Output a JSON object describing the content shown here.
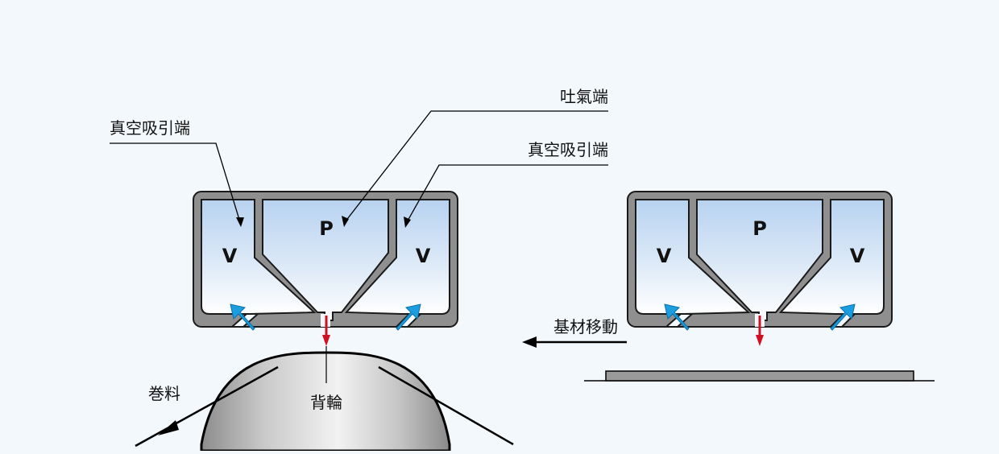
{
  "labels": {
    "vacuum_left": "真空吸引端",
    "exhaust": "吐氣端",
    "vacuum_right": "真空吸引端",
    "substrate_move": "基材移動",
    "web": "巻料",
    "backing_roll": "背輪"
  },
  "head": {
    "vacuum_letter": "V",
    "pressure_letter": "P"
  },
  "colors": {
    "frame": "#8f8f8f",
    "frame_stroke": "#1a1a1a",
    "chamber_top": "#b7d2f0",
    "chamber_bottom": "#ffffff",
    "suction_arrow": "#1a9ee0",
    "blow_arrow": "#d01020",
    "roll_dark": "#8c8c8c",
    "roll_light": "#f2f2f2"
  }
}
